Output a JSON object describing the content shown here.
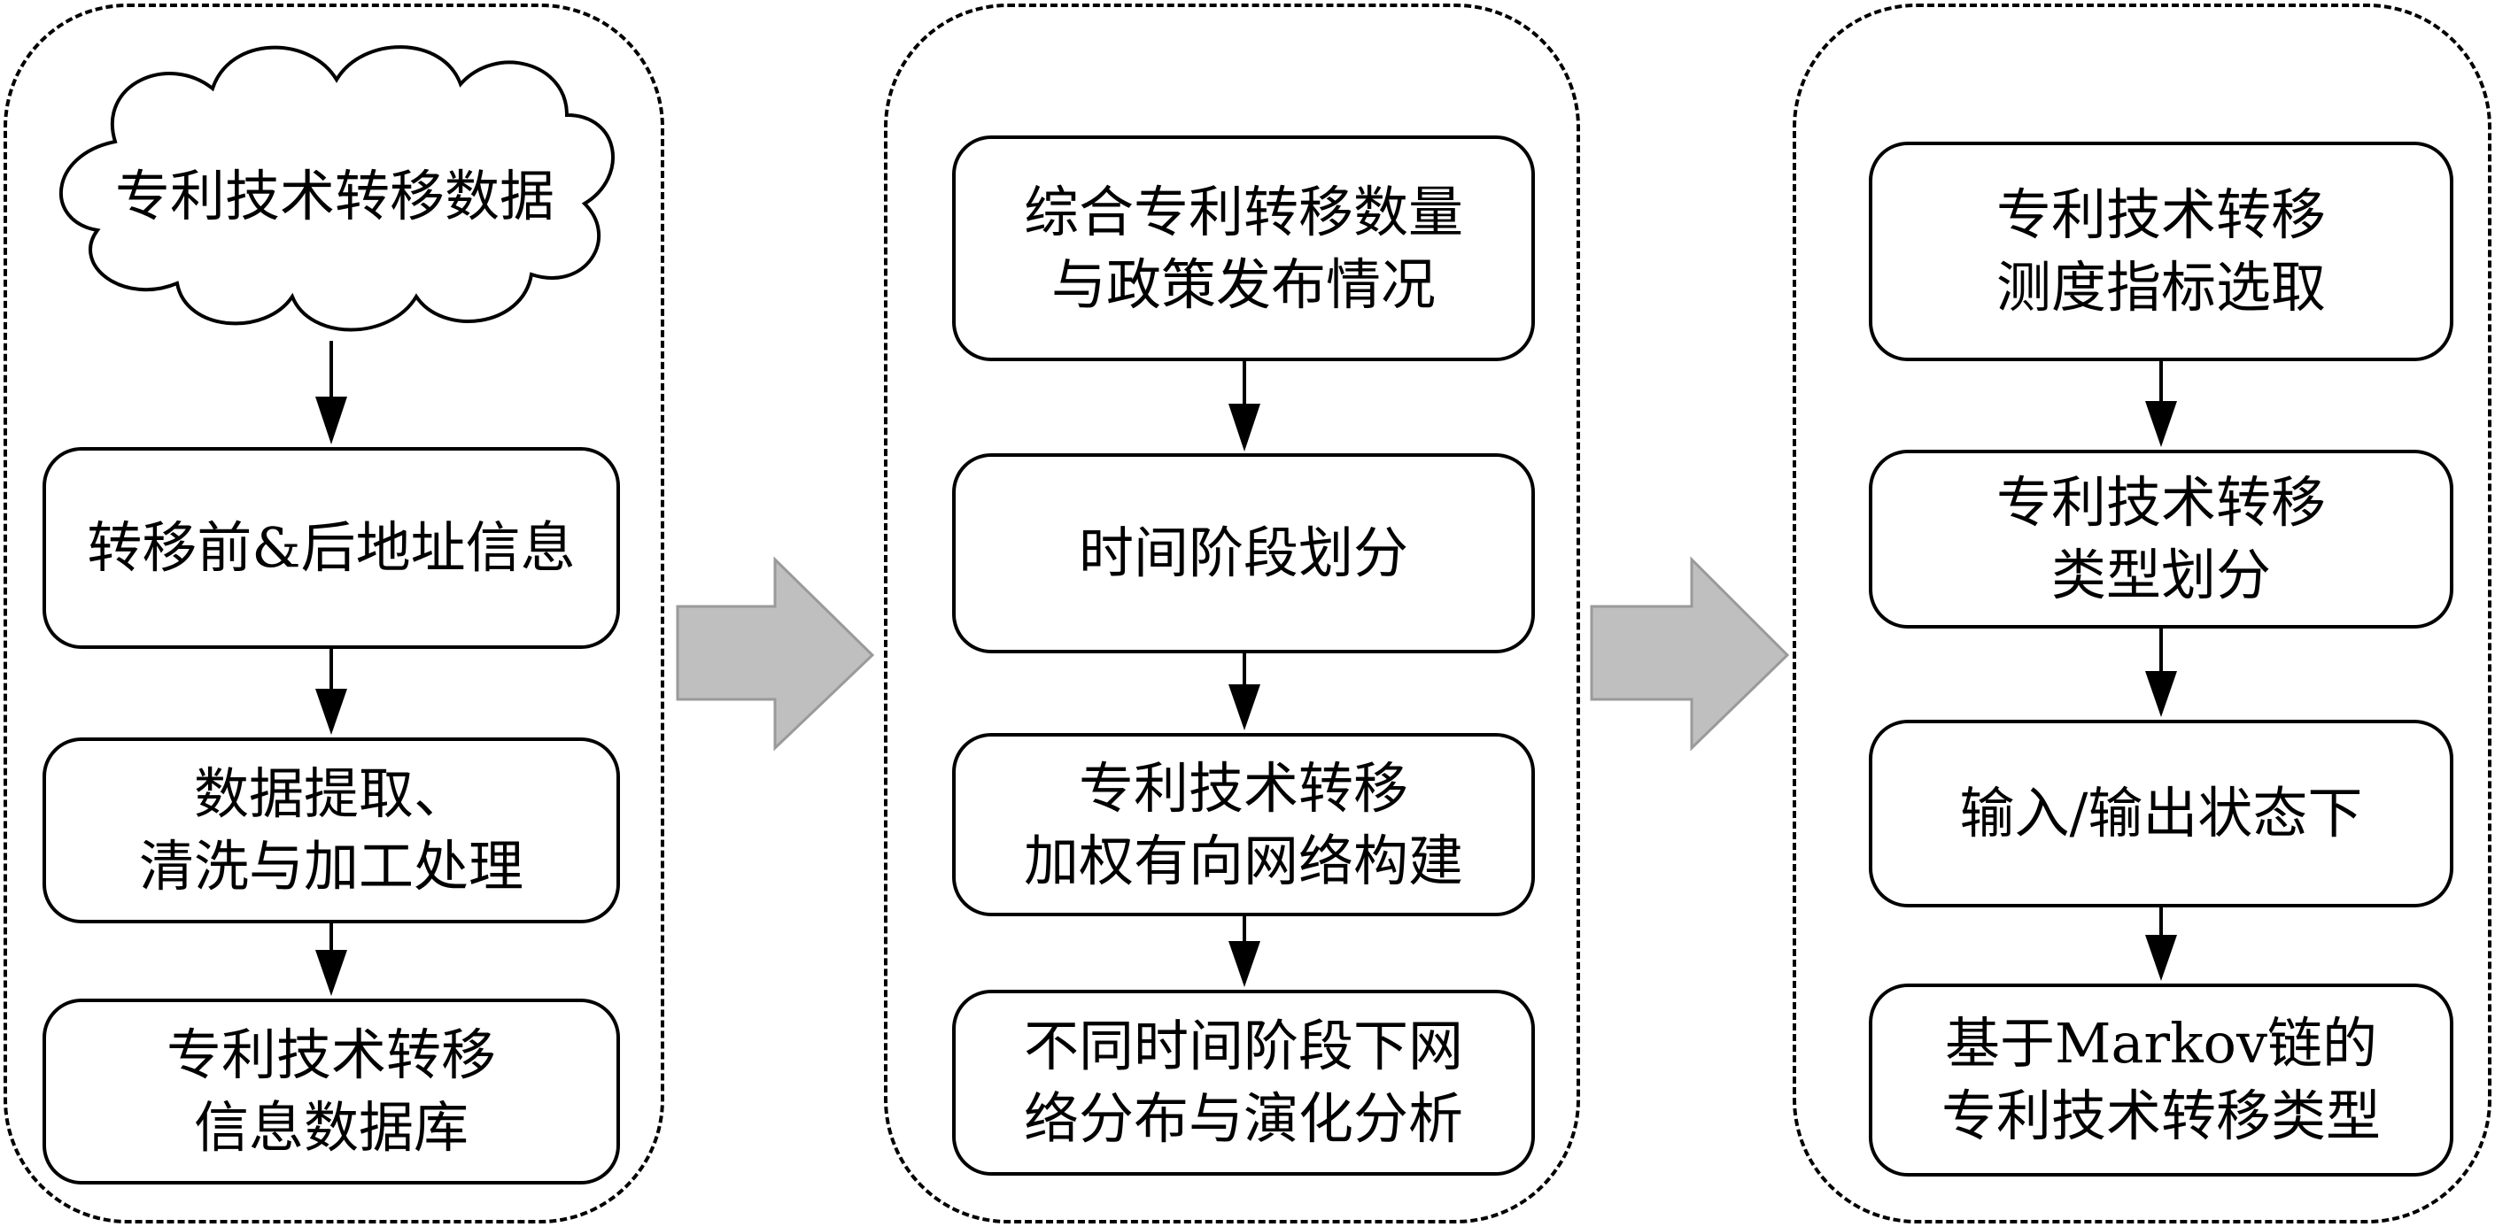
{
  "colors": {
    "line": "#000000",
    "connector_fill": "#bfbfbf",
    "connector_stroke": "#9a9a9a"
  },
  "panel1": {
    "source_cloud": "专利技术转移数据",
    "step1": "转移前&后地址信息",
    "step2": [
      "数据提取、",
      "清洗与加工处理"
    ],
    "step3": [
      "专利技术转移",
      "信息数据库"
    ]
  },
  "panel2": {
    "step1": [
      "综合专利转移数量",
      "与政策发布情况"
    ],
    "step2": "时间阶段划分",
    "step3": [
      "专利技术转移",
      "加权有向网络构建"
    ],
    "step4": [
      "不同时间阶段下网",
      "络分布与演化分析"
    ]
  },
  "panel3": {
    "step1": [
      "专利技术转移",
      "测度指标选取"
    ],
    "step2": [
      "专利技术转移",
      "类型划分"
    ],
    "step3": "输入/输出状态下",
    "step4": [
      "基于Markov链的",
      "专利技术转移类型"
    ]
  }
}
